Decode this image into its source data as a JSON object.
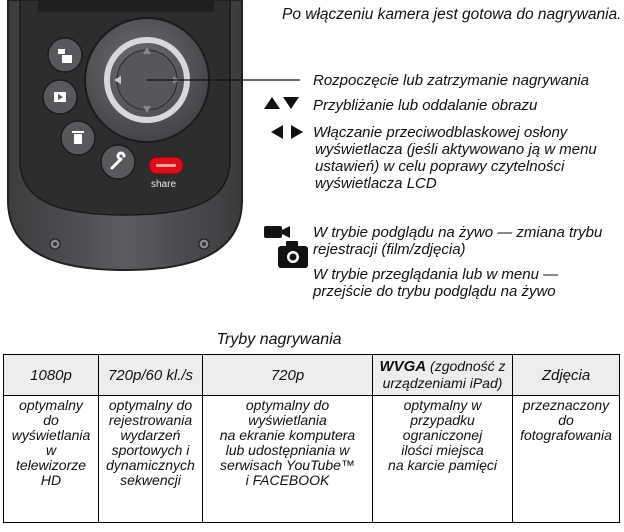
{
  "intro": "Po włączeniu kamera jest gotowa do nagrywania.",
  "functions": {
    "record": "Rozpoczęcie lub zatrzymanie nagrywania",
    "zoom": "Przybliżanie lub oddalanie obrazu",
    "antiglare": [
      "Włączanie przeciwodblaskowej osłony",
      "wyświetlacza (jeśli aktywowano ją w menu",
      "ustawień) w celu poprawy czytelności",
      "wyświetlacza LCD"
    ],
    "mode_live": [
      "W trybie podglądu na żywo — zmiana trybu",
      "rejestracji (film/zdjęcia)"
    ],
    "mode_review": [
      "W trybie przeglądania lub w menu —",
      "przejście do trybu podglądu na żywo"
    ]
  },
  "camera": {
    "share_label": "share",
    "share_button_color": "#d8101a",
    "body_color": "#4d4f52"
  },
  "table": {
    "title": "Tryby nagrywania",
    "headers": {
      "c1080p": "1080p",
      "c720p60": "720p/60 kl./s",
      "c720p": "720p",
      "wvga_bold": "WVGA",
      "wvga_rest": " (zgodność z",
      "wvga_line2": "urządzeniami iPad)",
      "photo": "Zdjęcia"
    },
    "cells": {
      "c1080p": [
        "optymalny",
        "do",
        "wyświetlania",
        "w",
        "telewizorze",
        "HD"
      ],
      "c720p60": [
        "optymalny do",
        "rejestrowania",
        "wydarzeń",
        "sportowych i",
        "dynamicznych",
        "sekwencji"
      ],
      "c720p": [
        "optymalny do",
        "wyświetlania",
        "na ekranie komputera",
        "lub udostępniania w",
        "serwisach YouTube™",
        "i FACEBOOK"
      ],
      "wvga": [
        "optymalny w",
        "przypadku",
        "ograniczonej",
        "ilości miejsca",
        "na karcie pamięci"
      ],
      "photo": [
        "przeznaczony",
        "do",
        "fotografowania"
      ]
    }
  }
}
